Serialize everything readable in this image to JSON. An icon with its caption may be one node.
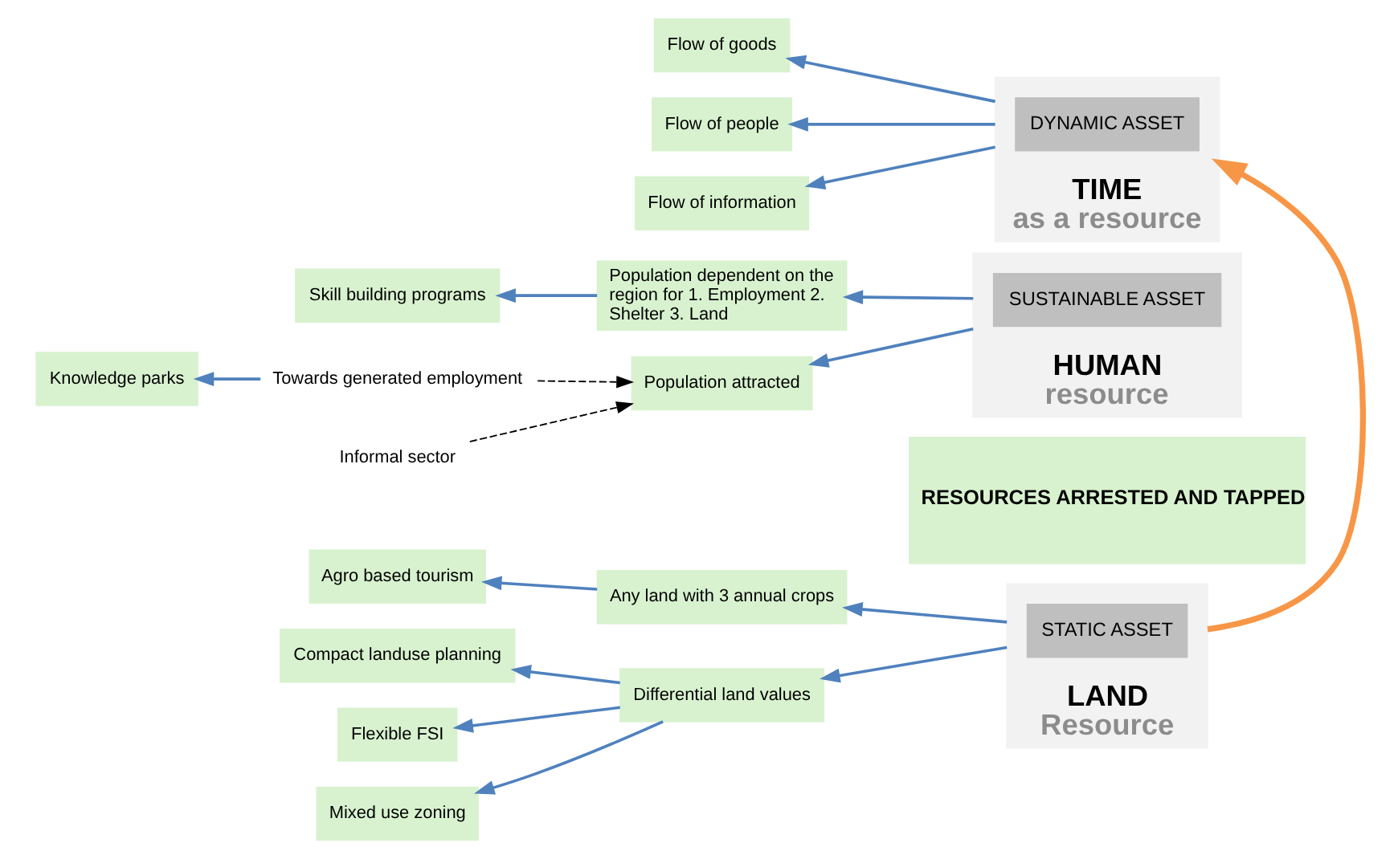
{
  "diagram": {
    "nodes": [
      {
        "text": [
          "Agro based tourism"
        ]
      },
      {
        "text": [
          "Any land with 3 annual crops"
        ]
      },
      {
        "text": [
          "Compact landuse planning"
        ]
      },
      {
        "text": [
          "Flexible FSI"
        ]
      },
      {
        "text": [
          "Differential land values"
        ]
      },
      {
        "text": [
          "Mixed use zoning"
        ]
      },
      {
        "text": [
          "LAND",
          "Resource"
        ]
      },
      {
        "text": [
          "STATIC ASSET"
        ],
        "in": 6
      },
      {
        "text": [
          "RESOURCES ARRESTED AND TAPPED"
        ]
      },
      {
        "text": [
          "Skill building programs"
        ]
      },
      {
        "text": [
          "Population dependent on the region for 1. Employment 2. Shelter 3. Land"
        ]
      },
      {
        "text": [
          "HUMAN",
          "resource"
        ]
      },
      {
        "text": [
          "SUSTAINABLE ASSET"
        ],
        "in": 11
      },
      {
        "text": [
          "Towards generated employment"
        ]
      },
      {
        "text": [
          "Knowledge parks"
        ]
      },
      {
        "text": [
          "Informal sector"
        ]
      },
      {
        "text": [
          "Population attracted"
        ]
      },
      {
        "text": [
          "Flow of goods"
        ]
      },
      {
        "text": [
          "Flow of people"
        ]
      },
      {
        "text": [
          "Flow of information"
        ]
      },
      {
        "text": [
          "TIME",
          "as a resource"
        ]
      },
      {
        "text": [
          "DYNAMIC ASSET"
        ],
        "in": 20
      }
    ],
    "edges": [
      {
        "from": 6,
        "to": 1,
        "arrow": "to"
      },
      {
        "from": 6,
        "to": 4,
        "arrow": "to"
      },
      {
        "from": 1,
        "to": 0,
        "arrow": "to"
      },
      {
        "from": 4,
        "to": 2,
        "arrow": "to"
      },
      {
        "from": 4,
        "to": 3,
        "arrow": "to"
      },
      {
        "from": 4,
        "to": 5,
        "arrow": "to"
      },
      {
        "from": 11,
        "to": 10,
        "arrow": "to"
      },
      {
        "from": 11,
        "to": 16,
        "arrow": "to"
      },
      {
        "from": 10,
        "to": 9,
        "arrow": "to"
      },
      {
        "from": 13,
        "to": 14,
        "arrow": "to"
      },
      {
        "from": 13,
        "to": 16,
        "arrow": "to",
        "style": "dashed",
        "color": "#000000"
      },
      {
        "from": 15,
        "to": 16,
        "arrow": "to",
        "style": "dashed",
        "color": "#000000"
      },
      {
        "from": 20,
        "to": 17,
        "arrow": "to"
      },
      {
        "from": 20,
        "to": 18,
        "arrow": "to"
      },
      {
        "from": 20,
        "to": 19,
        "arrow": "to"
      },
      {
        "from": 6,
        "to": 20,
        "arrow": "to",
        "style": "thick",
        "color": "#f79646"
      }
    ]
  }
}
